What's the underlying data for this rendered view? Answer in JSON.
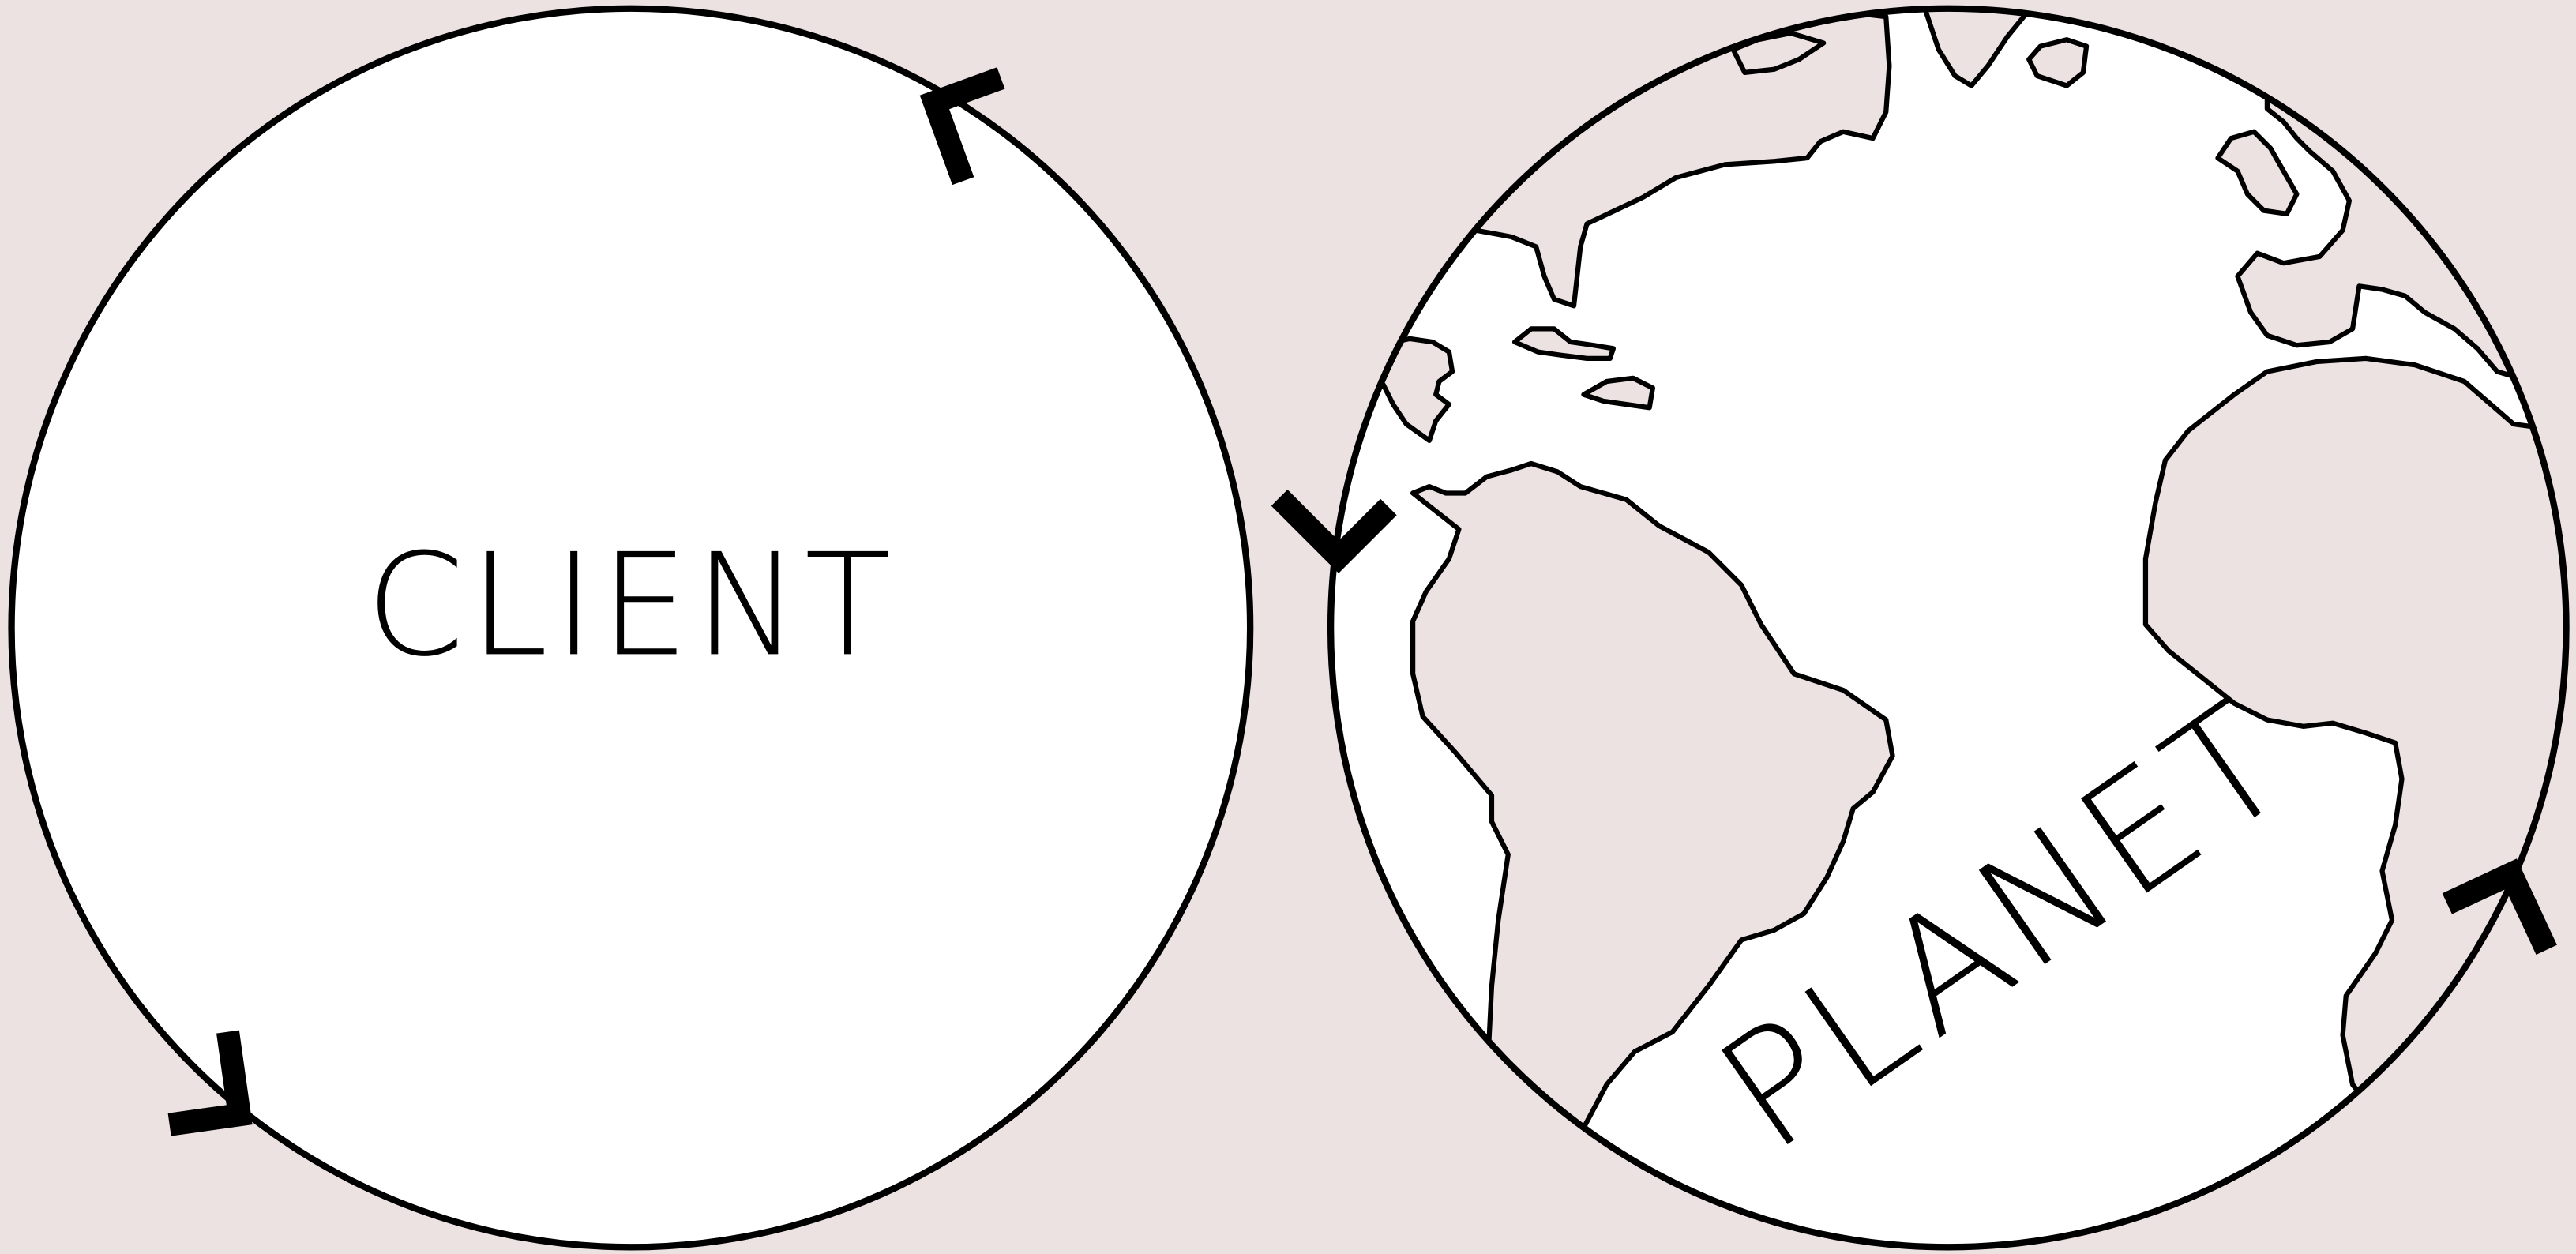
{
  "diagram": {
    "left_circle_label": "CLIENT",
    "right_circle_label": "PLANET",
    "colors": {
      "background": "#ece2e1",
      "circle_fill": "#ffffff",
      "stroke": "#000000",
      "land_fill": "#ece2e1"
    },
    "icons": [
      "arrowhead-icon",
      "globe-map"
    ]
  }
}
